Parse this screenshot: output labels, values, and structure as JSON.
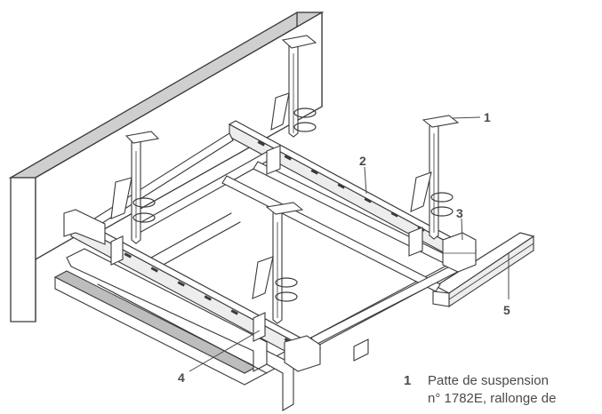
{
  "callouts": [
    "1",
    "2",
    "3",
    "4",
    "5"
  ],
  "legend": {
    "items": [
      {
        "number": "1",
        "text": "Patte de suspension\nn° 1782E, rallonge de"
      }
    ]
  }
}
